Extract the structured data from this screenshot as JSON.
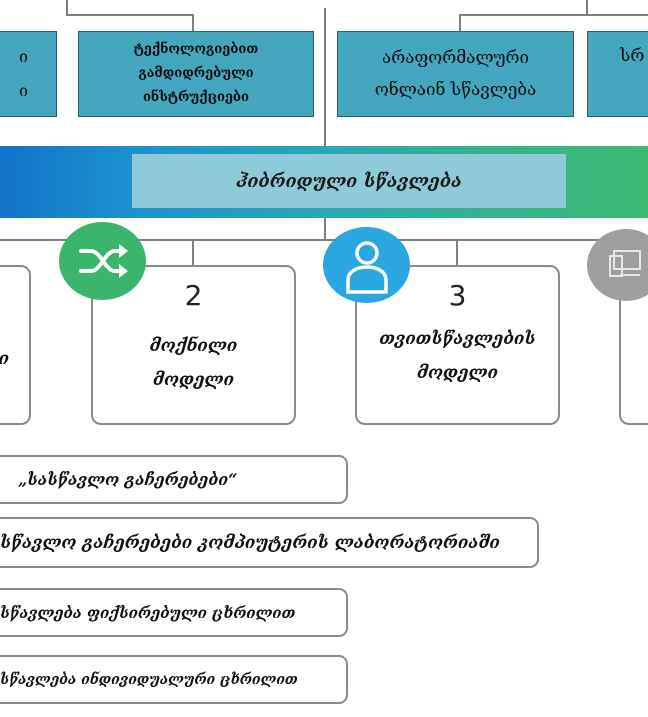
{
  "top_boxes": [
    {
      "line1": "ი",
      "line2": "ი"
    },
    {
      "line1": "ტექნოლოგიებით",
      "line2": "გამდიდრებული",
      "line3": "ინსტრუქციები"
    },
    {
      "line1": "არაფორმალური",
      "line2": "ონლაინ სწავლება"
    },
    {
      "line1": "სრ"
    }
  ],
  "band": {
    "label": "ჰიბრიდული სწავლება"
  },
  "models": [
    {
      "line1": "ი"
    },
    {
      "number": "2",
      "line1": "მოქნილი",
      "line2": "მოდელი"
    },
    {
      "number": "3",
      "line1": "თვითსწავლების",
      "line2": "მოდელი"
    }
  ],
  "icons": [
    "shuffle-icon",
    "user-icon",
    "computer-icon"
  ],
  "colors": {
    "teal_box": "#45a7bf",
    "band_start": "#1273c8",
    "band_end": "#3dba72",
    "band_label_bg": "#8fcadb",
    "shuffle_circle": "#3bb56b",
    "user_circle": "#2aa7e0",
    "computer_circle": "#9e9e9e"
  },
  "bottom_boxes": [
    {
      "text": "„სასწავლო გაჩერებები“"
    },
    {
      "text": "სწავლო გაჩერებები კომპიუტერის ლაბორატორიაში"
    },
    {
      "text": "სწავლება ფიქსირებული ცხრილით"
    },
    {
      "text": "სწავლება ინდივიდუალური ცხრილით"
    }
  ]
}
